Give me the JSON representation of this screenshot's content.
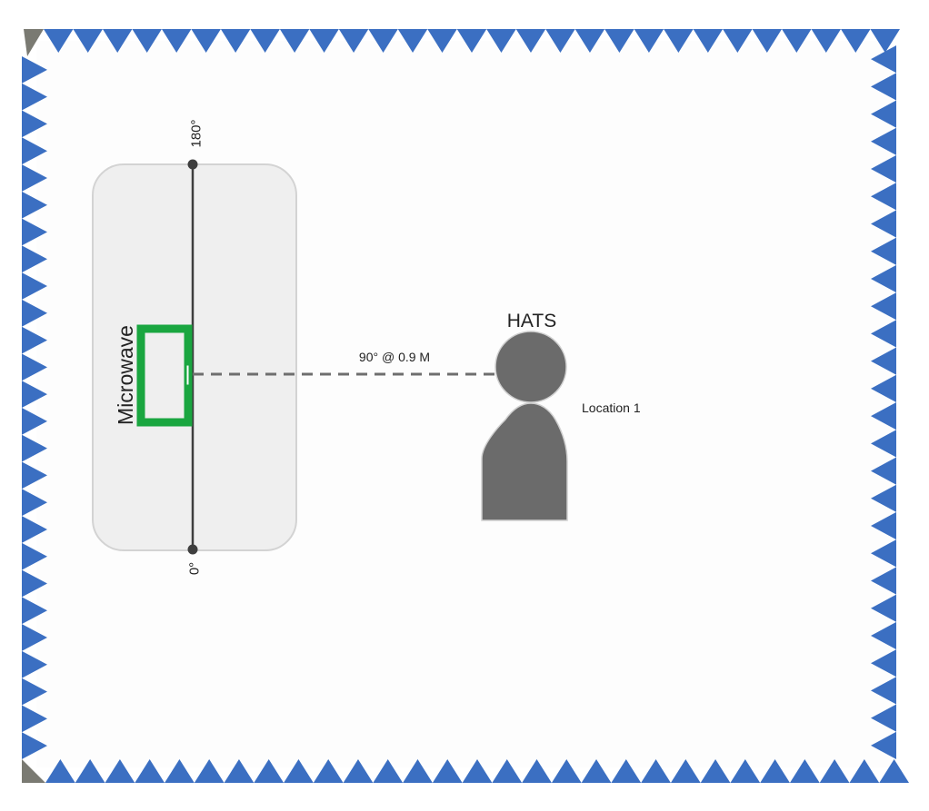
{
  "colors": {
    "wedge": "#3b6fc2",
    "wedge_corner": "#7a7a72",
    "room_bg": "#fdfdfd",
    "table_fill": "#efefef",
    "table_stroke": "#d3d3d3",
    "axis_line": "#3e3e3e",
    "microwave_green": "#1aa640",
    "hats_gray": "#6b6b6b",
    "path_gray": "#6e6e6e",
    "text": "#222222"
  },
  "diagram": {
    "microwave_label": "Microwave",
    "angle_top": "180°",
    "angle_bottom": "0°",
    "measurement_label": "90° @ 0.9 M",
    "hats_label": "HATS",
    "location_label": "Location 1"
  }
}
